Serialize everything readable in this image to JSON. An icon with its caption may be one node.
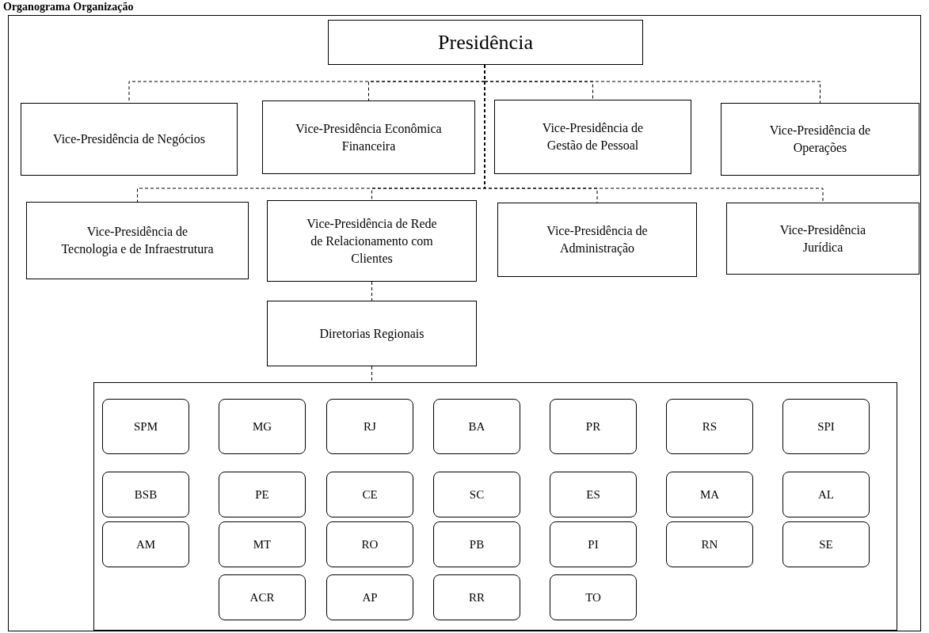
{
  "diagram": {
    "title": "Organograma Organização",
    "nodes": [
      {
        "text": [
          "Presidência"
        ]
      },
      {
        "text": [
          "Vice-Presidência de Negócios"
        ]
      },
      {
        "text": [
          "Vice-Presidência Econômica Financeira"
        ]
      },
      {
        "text": [
          "Vice-Presidência de Gestão de Pessoal"
        ]
      },
      {
        "text": [
          "Vice-Presidência de Operações"
        ]
      },
      {
        "text": [
          "Vice-Presidência de Tecnologia e de Infraestrutura"
        ]
      },
      {
        "text": [
          "Vice-Presidência de Rede de Relacionamento com Clientes"
        ]
      },
      {
        "text": [
          "Vice-Presidência de Administração"
        ]
      },
      {
        "text": [
          "Vice-Presidência Jurídica"
        ]
      },
      {
        "text": [
          "Diretorias Regionais"
        ]
      },
      {
        "text": [],
        "shape": "box"
      },
      {
        "text": [
          "SPM"
        ],
        "in": 10
      },
      {
        "text": [
          "MG"
        ],
        "in": 10
      },
      {
        "text": [
          "RJ"
        ],
        "in": 10
      },
      {
        "text": [
          "BA"
        ],
        "in": 10
      },
      {
        "text": [
          "PR"
        ],
        "in": 10
      },
      {
        "text": [
          "RS"
        ],
        "in": 10
      },
      {
        "text": [
          "SPI"
        ],
        "in": 10
      },
      {
        "text": [
          "BSB"
        ],
        "in": 10
      },
      {
        "text": [
          "PE"
        ],
        "in": 10
      },
      {
        "text": [
          "CE"
        ],
        "in": 10
      },
      {
        "text": [
          "SC"
        ],
        "in": 10
      },
      {
        "text": [
          "ES"
        ],
        "in": 10
      },
      {
        "text": [
          "MA"
        ],
        "in": 10
      },
      {
        "text": [
          "AL"
        ],
        "in": 10
      },
      {
        "text": [
          "AM"
        ],
        "in": 10
      },
      {
        "text": [
          "MT"
        ],
        "in": 10
      },
      {
        "text": [
          "RO"
        ],
        "in": 10
      },
      {
        "text": [
          "PB"
        ],
        "in": 10
      },
      {
        "text": [
          "PI"
        ],
        "in": 10
      },
      {
        "text": [
          "RN"
        ],
        "in": 10
      },
      {
        "text": [
          "SE"
        ],
        "in": 10
      },
      {
        "text": [
          "ACR"
        ],
        "in": 10
      },
      {
        "text": [
          "AP"
        ],
        "in": 10
      },
      {
        "text": [
          "RR"
        ],
        "in": 10
      },
      {
        "text": [
          "TO"
        ],
        "in": 10
      }
    ],
    "edges": [
      {
        "from": 0,
        "to": 1,
        "arrow": "none",
        "style": "dashed"
      },
      {
        "from": 0,
        "to": 2,
        "arrow": "none",
        "style": "dashed"
      },
      {
        "from": 0,
        "to": 3,
        "arrow": "none",
        "style": "dashed"
      },
      {
        "from": 0,
        "to": 4,
        "arrow": "none",
        "style": "dashed"
      },
      {
        "from": 0,
        "to": 5,
        "arrow": "none",
        "style": "dashed"
      },
      {
        "from": 0,
        "to": 6,
        "arrow": "none",
        "style": "dashed"
      },
      {
        "from": 0,
        "to": 7,
        "arrow": "none",
        "style": "dashed"
      },
      {
        "from": 0,
        "to": 8,
        "arrow": "none",
        "style": "dashed"
      },
      {
        "from": 6,
        "to": 9,
        "arrow": "none",
        "style": "dashed"
      },
      {
        "from": 9,
        "to": 10,
        "arrow": "none",
        "style": "dashed"
      }
    ]
  }
}
